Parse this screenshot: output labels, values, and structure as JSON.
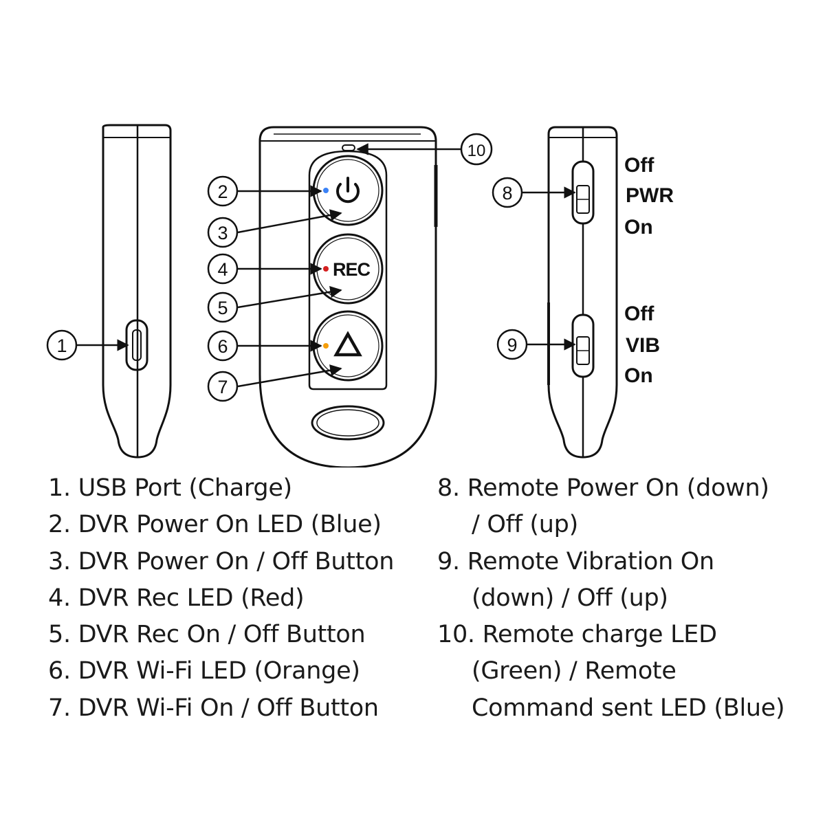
{
  "buttons": {
    "rec": "REC"
  },
  "switches": {
    "pwr": {
      "off": "Off",
      "name": "PWR",
      "on": "On"
    },
    "vib": {
      "off": "Off",
      "name": "VIB",
      "on": "On"
    }
  },
  "callouts": [
    "1",
    "2",
    "3",
    "4",
    "5",
    "6",
    "7",
    "8",
    "9",
    "10"
  ],
  "led_colors": {
    "power_led": "#3b82f6",
    "rec_led": "#d42020",
    "wifi_led": "#f59e0b"
  },
  "legend": {
    "left": [
      "1. USB Port (Charge)",
      "2. DVR Power On LED (Blue)",
      "3. DVR Power On / Off Button",
      "4. DVR Rec LED (Red)",
      "5. DVR Rec On / Off Button",
      "6. DVR Wi-Fi LED (Orange)",
      "7. DVR Wi-Fi On / Off Button"
    ],
    "right": {
      "item8": [
        "8. Remote Power On (down)",
        "/ Off (up)"
      ],
      "item9": [
        "9. Remote Vibration On",
        "(down) / Off (up)"
      ],
      "item10": [
        "10. Remote charge LED",
        "(Green) / Remote",
        "Command sent LED (Blue)"
      ]
    }
  }
}
